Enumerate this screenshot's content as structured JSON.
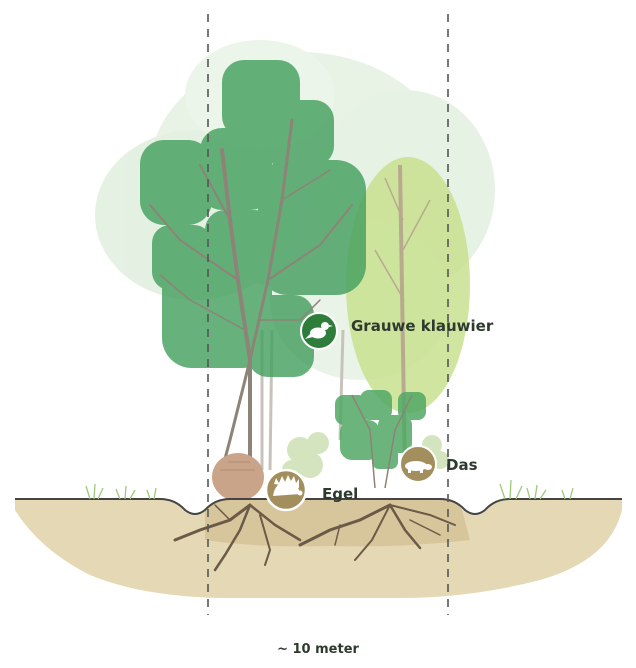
{
  "species": {
    "grauwe_klauwier": "Grauwe klauwier",
    "das": "Das",
    "egel": "Egel"
  },
  "width_label": "~ 10 meter",
  "colors": {
    "foliage_dark": "#3f9a5a",
    "foliage_mid": "#6fb57c",
    "foliage_pale": "#c9e3c6",
    "foliage_lime": "#c5df8e",
    "soil": "#e4d7b3",
    "roots": "#6b5a47",
    "badge_dark": "#2e7d3a",
    "badge_tan": "#a38f5d",
    "dashed_line": "#555555"
  },
  "icons": [
    "bird-icon",
    "badger-icon",
    "hedgehog-icon"
  ]
}
